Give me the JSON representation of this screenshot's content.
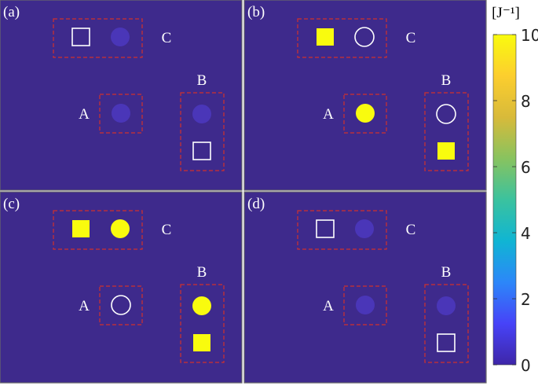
{
  "chart_data": {
    "type": "heatmap",
    "colorbar": {
      "unit_label": "[J⁻¹]",
      "min": 0,
      "max": 10,
      "ticks": [
        0,
        2,
        4,
        6,
        8,
        10
      ],
      "tick_labels": [
        "0",
        "2",
        "4",
        "6",
        "8",
        "10"
      ],
      "colormap": [
        "#3e26a8",
        "#4743f8",
        "#2c87f9",
        "#10b5d3",
        "#3bc29e",
        "#88c35f",
        "#d8ba3a",
        "#fcce2e",
        "#f9fb0e"
      ]
    },
    "background_color": "#3e2a8c",
    "box_color": "#d0312d",
    "panels": [
      {
        "label": "(a)",
        "groups": [
          {
            "name": "C",
            "items": [
              {
                "shape": "square",
                "style": "outline"
              },
              {
                "shape": "circle",
                "style": "faint"
              }
            ]
          },
          {
            "name": "A",
            "items": [
              {
                "shape": "circle",
                "style": "faint"
              }
            ]
          },
          {
            "name": "B",
            "items": [
              {
                "shape": "circle",
                "style": "faint"
              },
              {
                "shape": "square",
                "style": "outline"
              }
            ]
          }
        ]
      },
      {
        "label": "(b)",
        "groups": [
          {
            "name": "C",
            "items": [
              {
                "shape": "square",
                "style": "filled"
              },
              {
                "shape": "circle",
                "style": "outline"
              }
            ]
          },
          {
            "name": "A",
            "items": [
              {
                "shape": "circle",
                "style": "filled"
              }
            ]
          },
          {
            "name": "B",
            "items": [
              {
                "shape": "circle",
                "style": "outline"
              },
              {
                "shape": "square",
                "style": "filled"
              }
            ]
          }
        ]
      },
      {
        "label": "(c)",
        "groups": [
          {
            "name": "C",
            "items": [
              {
                "shape": "square",
                "style": "filled"
              },
              {
                "shape": "circle",
                "style": "filled"
              }
            ]
          },
          {
            "name": "A",
            "items": [
              {
                "shape": "circle",
                "style": "outline"
              }
            ]
          },
          {
            "name": "B",
            "items": [
              {
                "shape": "circle",
                "style": "filled"
              },
              {
                "shape": "square",
                "style": "filled"
              }
            ]
          }
        ]
      },
      {
        "label": "(d)",
        "groups": [
          {
            "name": "C",
            "items": [
              {
                "shape": "square",
                "style": "outline"
              },
              {
                "shape": "circle",
                "style": "faint"
              }
            ]
          },
          {
            "name": "A",
            "items": [
              {
                "shape": "circle",
                "style": "faint"
              }
            ]
          },
          {
            "name": "B",
            "items": [
              {
                "shape": "circle",
                "style": "faint"
              },
              {
                "shape": "square",
                "style": "outline"
              }
            ]
          }
        ]
      }
    ]
  }
}
